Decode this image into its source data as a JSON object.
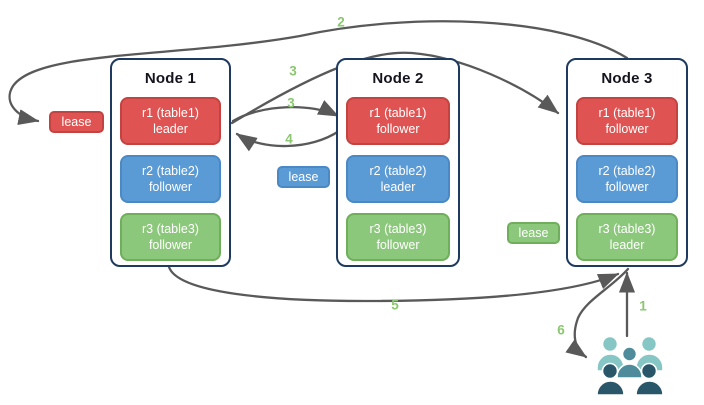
{
  "palette": {
    "node_border": "#1E3A5F",
    "title_text": "#14141E",
    "arrow": "#595959",
    "number_green": "#8BC770",
    "red_fill": "#DF5452",
    "red_border": "#C24340",
    "blue_fill": "#5B9BD5",
    "blue_border": "#4A89C4",
    "green_fill": "#8CC87B",
    "green_border": "#6FAF5B",
    "users_light": "#86C7C5",
    "users_mid": "#4E8C9B",
    "users_dark": "#2A566A"
  },
  "nodes": [
    {
      "title": "Node 1",
      "replicas": [
        {
          "label": "r1 (table1)",
          "role": "leader",
          "color": "red"
        },
        {
          "label": "r2 (table2)",
          "role": "follower",
          "color": "blue"
        },
        {
          "label": "r3 (table3)",
          "role": "follower",
          "color": "green"
        }
      ]
    },
    {
      "title": "Node 2",
      "replicas": [
        {
          "label": "r1 (table1)",
          "role": "follower",
          "color": "red"
        },
        {
          "label": "r2 (table2)",
          "role": "leader",
          "color": "blue"
        },
        {
          "label": "r3 (table3)",
          "role": "follower",
          "color": "green"
        }
      ]
    },
    {
      "title": "Node 3",
      "replicas": [
        {
          "label": "r1 (table1)",
          "role": "follower",
          "color": "red"
        },
        {
          "label": "r2 (table2)",
          "role": "follower",
          "color": "blue"
        },
        {
          "label": "r3 (table3)",
          "role": "leader",
          "color": "green"
        }
      ]
    }
  ],
  "leases": [
    {
      "label": "lease",
      "color": "red"
    },
    {
      "label": "lease",
      "color": "blue"
    },
    {
      "label": "lease",
      "color": "green"
    }
  ],
  "step_labels": [
    {
      "n": "2"
    },
    {
      "n": "3"
    },
    {
      "n": "3"
    },
    {
      "n": "4"
    },
    {
      "n": "5"
    },
    {
      "n": "1"
    },
    {
      "n": "6"
    }
  ],
  "users_icon": "users-group"
}
